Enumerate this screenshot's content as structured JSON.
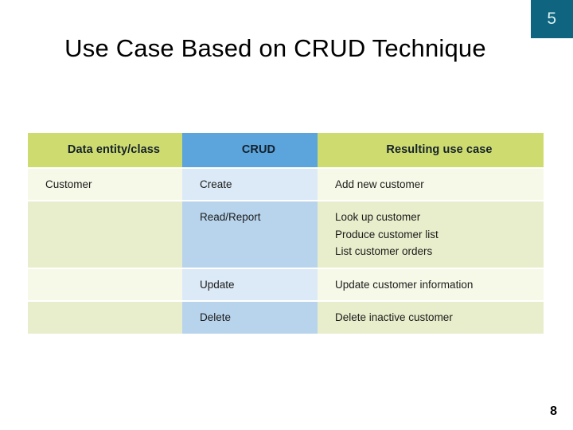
{
  "slide": {
    "badge_number": "5",
    "title": "Use Case Based on CRUD Technique",
    "page_number": "8"
  },
  "colors": {
    "badge_bg": "#0F6480",
    "badge_text": "#D9F2F0",
    "header_green": "#CEDC6F",
    "header_blue": "#5BA4DC",
    "row_green_light": "#F7F9E8",
    "row_green_dark": "#E8EECB",
    "row_blue_light": "#DCE9F7",
    "row_blue_dark": "#B8D4EC",
    "body_text": "#1b1b1b"
  },
  "table": {
    "headers": {
      "entity": "Data entity/class",
      "crud": "CRUD",
      "usecase": "Resulting use case"
    },
    "rows": [
      {
        "entity": "Customer",
        "crud": "Create",
        "usecases": [
          "Add new customer"
        ]
      },
      {
        "entity": "",
        "crud": "Read/Report",
        "usecases": [
          "Look up customer",
          "Produce customer list",
          "List customer orders"
        ]
      },
      {
        "entity": "",
        "crud": "Update",
        "usecases": [
          "Update customer information"
        ]
      },
      {
        "entity": "",
        "crud": "Delete",
        "usecases": [
          "Delete inactive customer"
        ]
      }
    ]
  }
}
